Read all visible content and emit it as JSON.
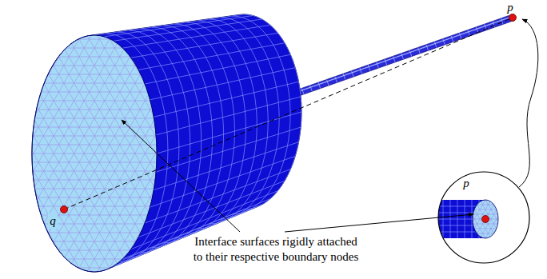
{
  "diagram": {
    "labels": [
      "p",
      "q",
      "Interface surfaces rigidly attached to their respective boundary nodes",
      "p"
    ]
  }
}
